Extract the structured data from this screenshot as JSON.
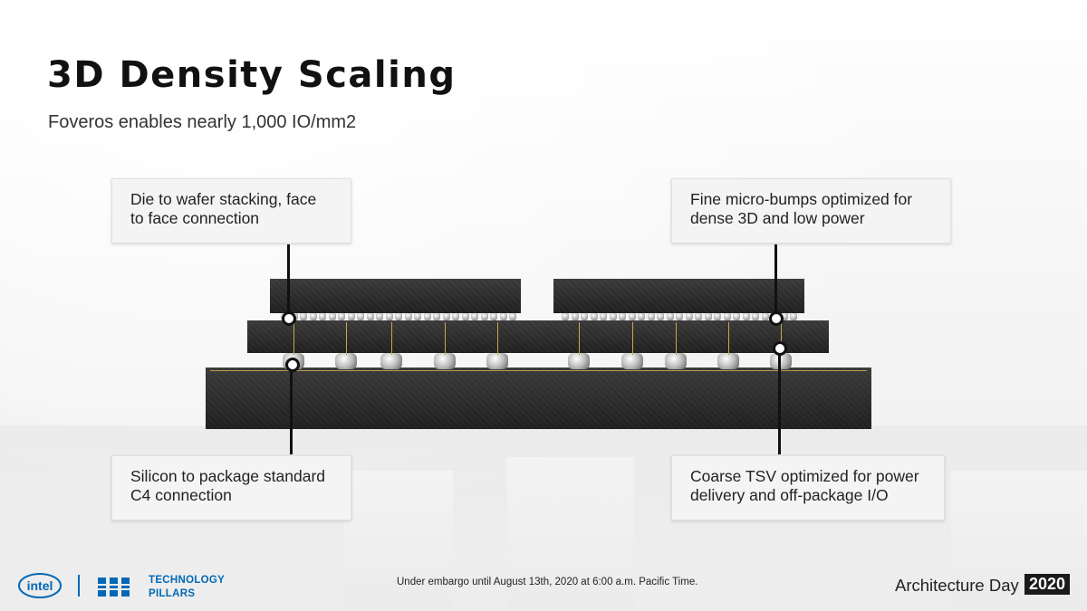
{
  "title": "3D Density Scaling",
  "subtitle": "Foveros enables nearly 1,000 IO/mm2",
  "callouts": {
    "top_left": "Die to wafer stacking, face to face connection",
    "top_right": "Fine micro-bumps optimized for dense 3D and low power",
    "bottom_left": "Silicon to package standard C4 connection",
    "bottom_right": "Coarse TSV optimized for power delivery and off-package I/O"
  },
  "footer": {
    "embargo": "Under embargo until August 13th, 2020 at 6:00 a.m. Pacific Time.",
    "logo": "intel",
    "pillars_line1": "TECHNOLOGY",
    "pillars_line2": "PILLARS",
    "event": "Architecture Day",
    "year": "2020"
  },
  "colors": {
    "accent_blue": "#0068b5",
    "die": "#262626",
    "year_badge": "#1a1a1a"
  }
}
